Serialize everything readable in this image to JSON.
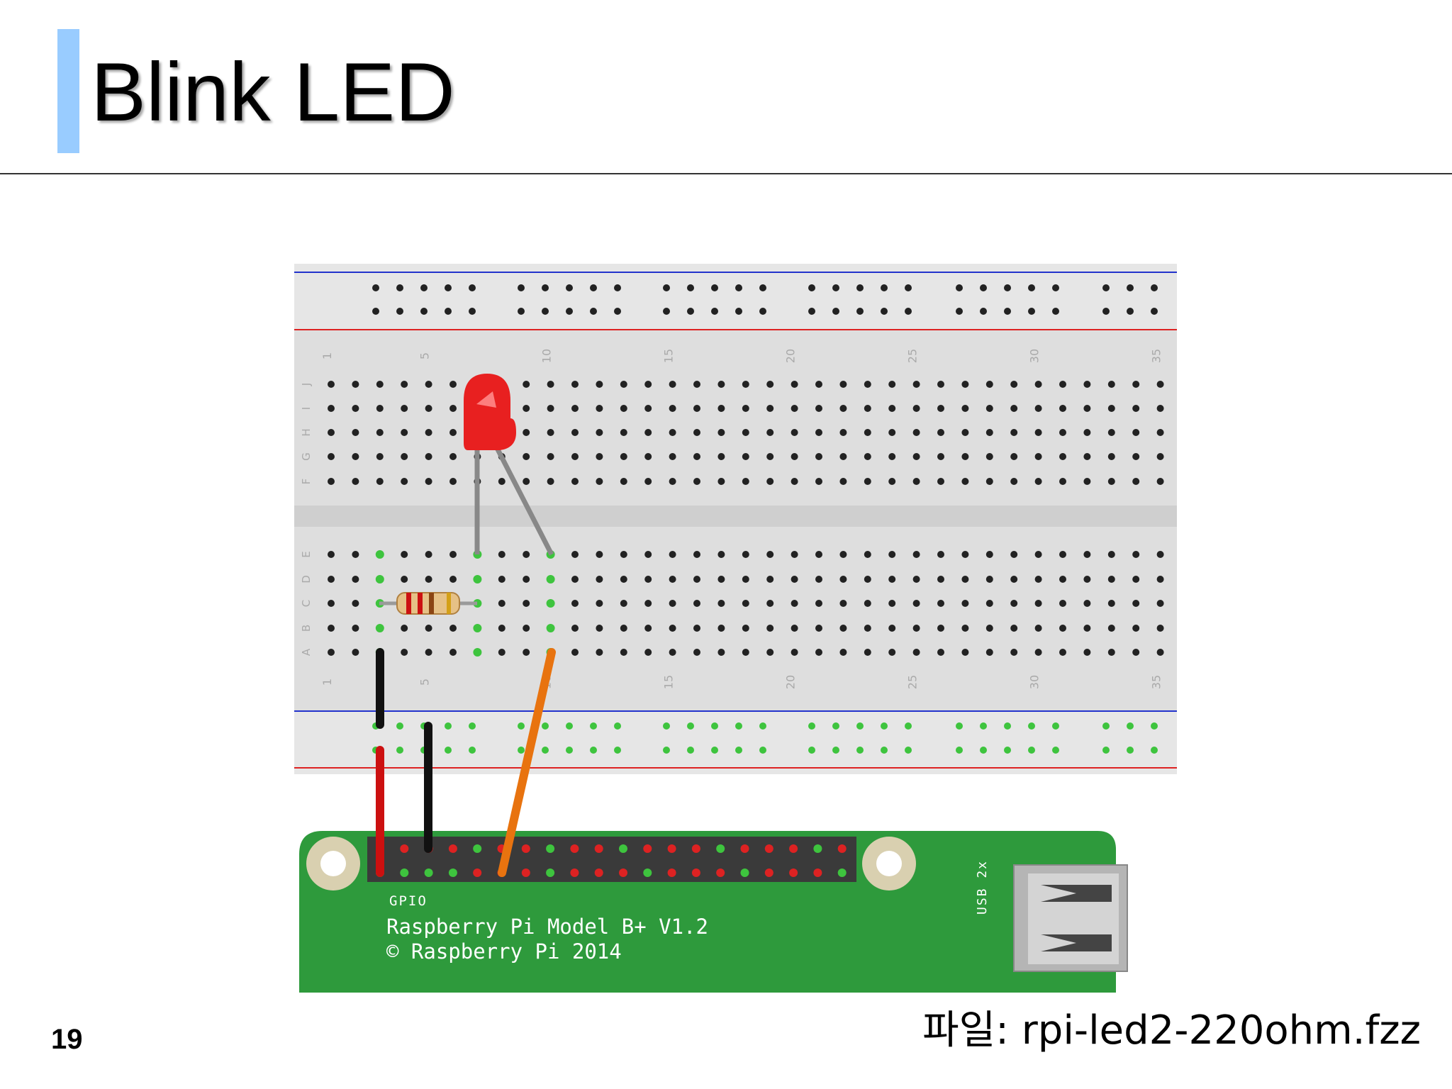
{
  "slide": {
    "title": "Blink LED",
    "page_number": "19",
    "file_caption": "파일: rpi-led2-220ohm.fzz"
  },
  "breadboard": {
    "column_numbers": [
      "1",
      "5",
      "10",
      "15",
      "20",
      "25",
      "30",
      "35"
    ],
    "top_row_letters": [
      "J",
      "I",
      "H",
      "G",
      "F"
    ],
    "bottom_row_letters": [
      "E",
      "D",
      "C",
      "B",
      "A"
    ]
  },
  "raspberry_pi": {
    "header_label": "GPIO",
    "model_text": "Raspberry Pi Model B+ V1.2",
    "copyright_text": "© Raspberry Pi 2014",
    "usb_label": "USB 2x"
  },
  "colors": {
    "title_accent": "#99ccff",
    "pcb_green": "#2e9a3c",
    "led_red": "#e82020",
    "wire_red": "#cc1010",
    "wire_black": "#111111",
    "wire_orange": "#e8730f",
    "connected_hole": "#3ec43e",
    "rail_red": "#dd2222",
    "rail_blue": "#2233cc"
  }
}
